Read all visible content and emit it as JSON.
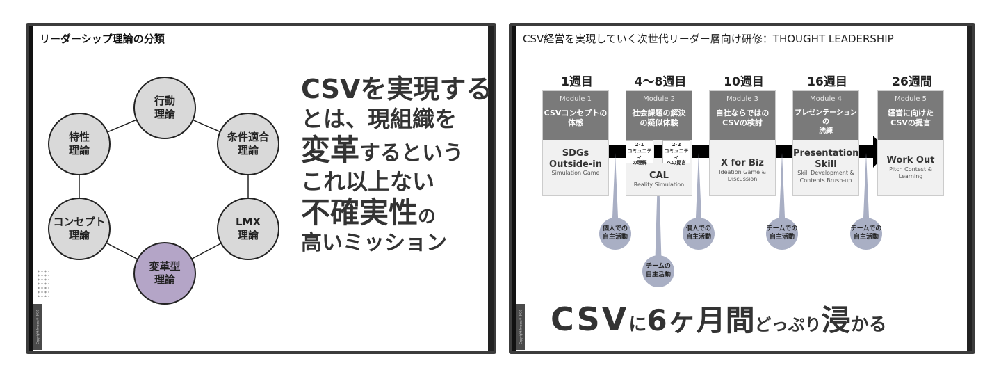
{
  "left": {
    "title": "リーダーシップ理論の分類",
    "circles": [
      "行動\n理論",
      "特性\n理論",
      "条件適合\n理論",
      "コンセプト\n理論",
      "LMX\n理論",
      "変革型\n理論"
    ],
    "message": [
      "CSVを実現する",
      "とは、現組織を",
      "変革",
      "するという",
      "これ以上ない",
      "不確実性",
      "の",
      "高いミッション"
    ],
    "copyright": "Copyright Impact® 2020"
  },
  "right": {
    "title": "CSV経営を実現していく次世代リーダー層向け研修：THOUGHT LEADERSHIP",
    "weeks": [
      "1週目",
      "4〜8週目",
      "10週目",
      "16週目",
      "26週間"
    ],
    "modules": [
      {
        "num": "Module 1",
        "jp": "CSVコンセプトの\n体感",
        "en": "SDGs\nOutside-in",
        "sub": "Simulation Game"
      },
      {
        "num": "Module 2",
        "jp": "社会課題の解決\nの疑似体験",
        "en": "CAL",
        "sub": "Reality Simulation"
      },
      {
        "num": "Module 3",
        "jp": "自社ならではの\nCSVの検討",
        "en": "X for Biz",
        "sub": "Ideation Game &\nDiscussion"
      },
      {
        "num": "Module 4",
        "jp": "プレゼンテーションの\n洗練",
        "en": "Presentation\nSkill",
        "sub": "Skill Development &\nContents Brush-up"
      },
      {
        "num": "Module 5",
        "jp": "経営に向けた\nCSVの提言",
        "en": "Work Out",
        "sub": "Pitch Contest &\nLearning"
      }
    ],
    "subs": [
      "2-1\nコミュニティ\nの理解",
      "2-2\nコミュニティ\nへの提言"
    ],
    "balloons": [
      "個人での\n自主活動",
      "チームの\n自主活動",
      "個人での\n自主活動",
      "チームでの\n自主活動",
      "チームでの\n自主活動"
    ],
    "bottom": [
      "CSV",
      "に",
      "6ヶ月間",
      "どっぷり",
      "浸",
      "かる"
    ],
    "copyright": "Copyright Impact® 2020"
  }
}
